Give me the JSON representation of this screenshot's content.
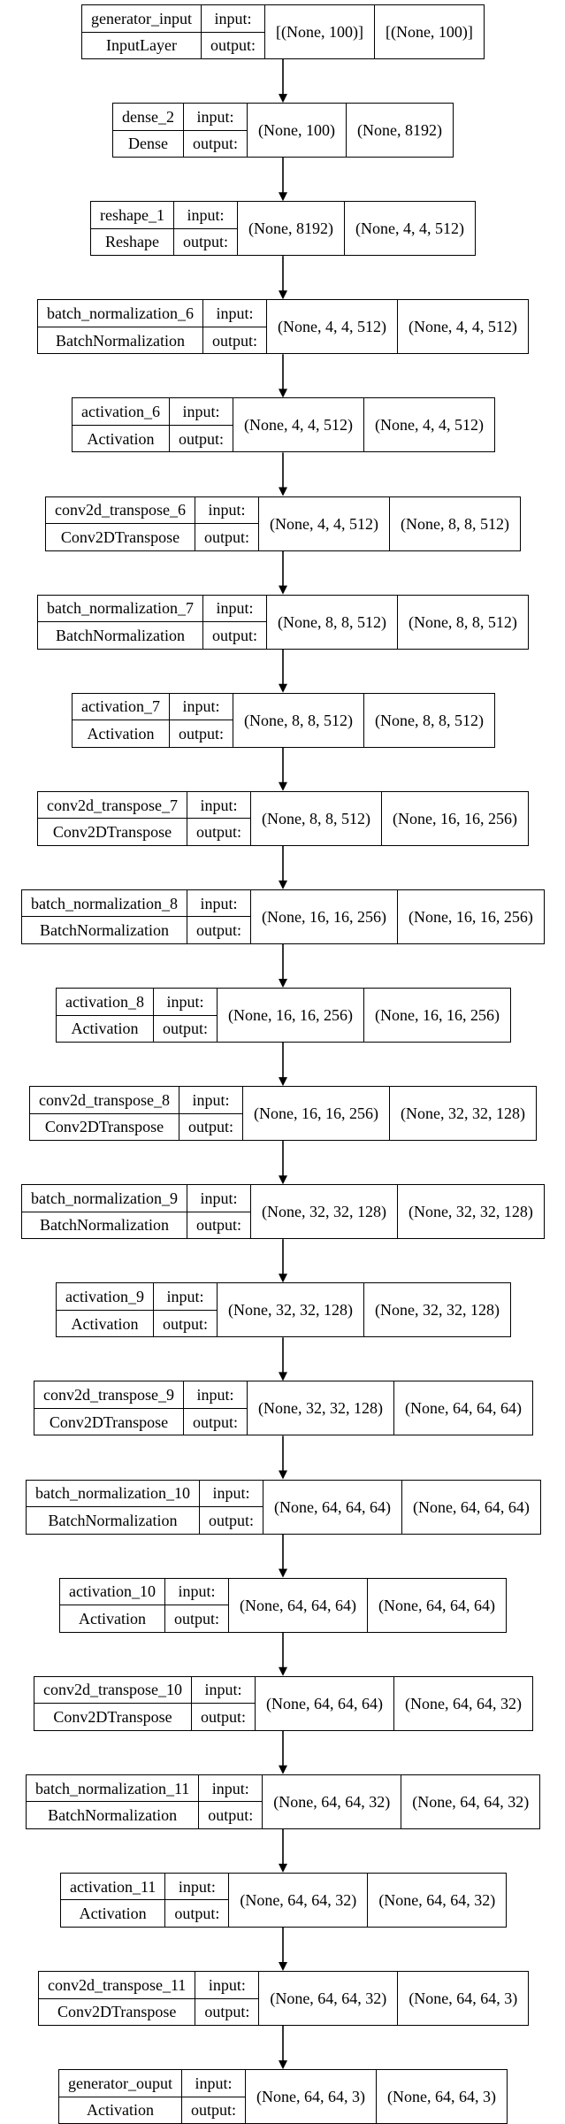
{
  "labels": {
    "input": "input:",
    "output": "output:"
  },
  "nodes": [
    {
      "name": "generator_input",
      "type": "InputLayer",
      "input": "[(None, 100)]",
      "output": "[(None, 100)]"
    },
    {
      "name": "dense_2",
      "type": "Dense",
      "input": "(None, 100)",
      "output": "(None, 8192)"
    },
    {
      "name": "reshape_1",
      "type": "Reshape",
      "input": "(None, 8192)",
      "output": "(None, 4, 4, 512)"
    },
    {
      "name": "batch_normalization_6",
      "type": "BatchNormalization",
      "input": "(None, 4, 4, 512)",
      "output": "(None, 4, 4, 512)"
    },
    {
      "name": "activation_6",
      "type": "Activation",
      "input": "(None, 4, 4, 512)",
      "output": "(None, 4, 4, 512)"
    },
    {
      "name": "conv2d_transpose_6",
      "type": "Conv2DTranspose",
      "input": "(None, 4, 4, 512)",
      "output": "(None, 8, 8, 512)"
    },
    {
      "name": "batch_normalization_7",
      "type": "BatchNormalization",
      "input": "(None, 8, 8, 512)",
      "output": "(None, 8, 8, 512)"
    },
    {
      "name": "activation_7",
      "type": "Activation",
      "input": "(None, 8, 8, 512)",
      "output": "(None, 8, 8, 512)"
    },
    {
      "name": "conv2d_transpose_7",
      "type": "Conv2DTranspose",
      "input": "(None, 8, 8, 512)",
      "output": "(None, 16, 16, 256)"
    },
    {
      "name": "batch_normalization_8",
      "type": "BatchNormalization",
      "input": "(None, 16, 16, 256)",
      "output": "(None, 16, 16, 256)"
    },
    {
      "name": "activation_8",
      "type": "Activation",
      "input": "(None, 16, 16, 256)",
      "output": "(None, 16, 16, 256)"
    },
    {
      "name": "conv2d_transpose_8",
      "type": "Conv2DTranspose",
      "input": "(None, 16, 16, 256)",
      "output": "(None, 32, 32, 128)"
    },
    {
      "name": "batch_normalization_9",
      "type": "BatchNormalization",
      "input": "(None, 32, 32, 128)",
      "output": "(None, 32, 32, 128)"
    },
    {
      "name": "activation_9",
      "type": "Activation",
      "input": "(None, 32, 32, 128)",
      "output": "(None, 32, 32, 128)"
    },
    {
      "name": "conv2d_transpose_9",
      "type": "Conv2DTranspose",
      "input": "(None, 32, 32, 128)",
      "output": "(None, 64, 64, 64)"
    },
    {
      "name": "batch_normalization_10",
      "type": "BatchNormalization",
      "input": "(None, 64, 64, 64)",
      "output": "(None, 64, 64, 64)"
    },
    {
      "name": "activation_10",
      "type": "Activation",
      "input": "(None, 64, 64, 64)",
      "output": "(None, 64, 64, 64)"
    },
    {
      "name": "conv2d_transpose_10",
      "type": "Conv2DTranspose",
      "input": "(None, 64, 64, 64)",
      "output": "(None, 64, 64, 32)"
    },
    {
      "name": "batch_normalization_11",
      "type": "BatchNormalization",
      "input": "(None, 64, 64, 32)",
      "output": "(None, 64, 64, 32)"
    },
    {
      "name": "activation_11",
      "type": "Activation",
      "input": "(None, 64, 64, 32)",
      "output": "(None, 64, 64, 32)"
    },
    {
      "name": "conv2d_transpose_11",
      "type": "Conv2DTranspose",
      "input": "(None, 64, 64, 32)",
      "output": "(None, 64, 64, 3)"
    },
    {
      "name": "generator_ouput",
      "type": "Activation",
      "input": "(None, 64, 64, 3)",
      "output": "(None, 64, 64, 3)"
    }
  ]
}
